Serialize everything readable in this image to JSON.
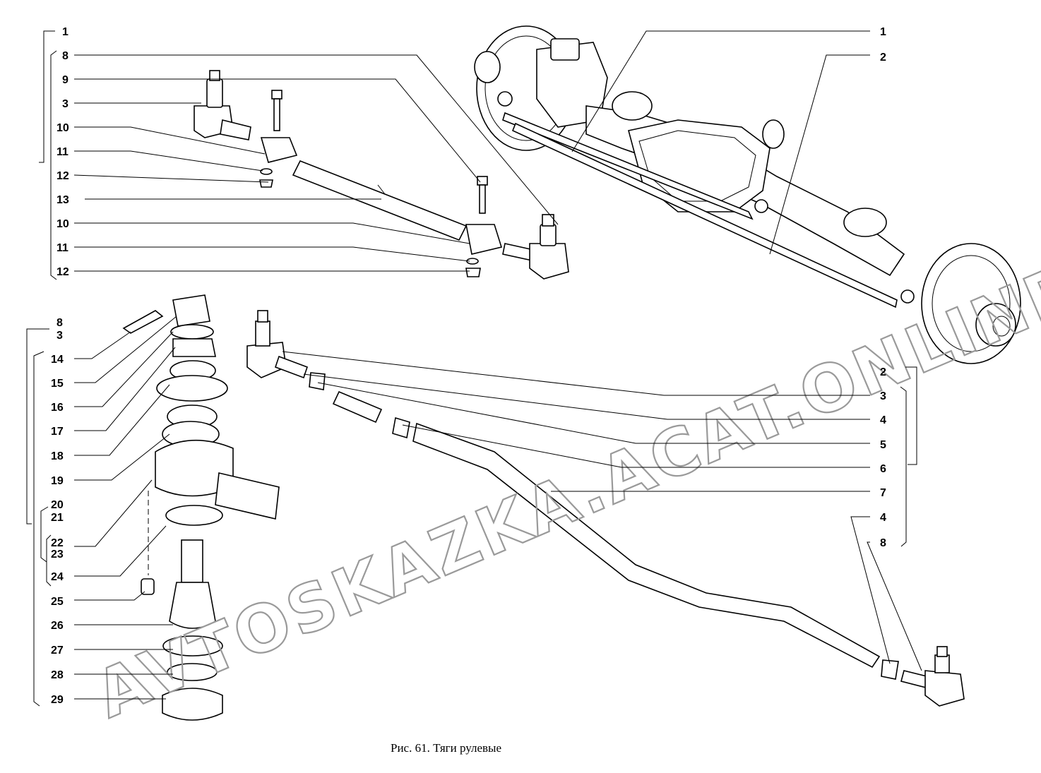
{
  "caption": "Рис. 61. Тяги рулевые",
  "watermark": "AVTOSKAZKA.ACAT.ONLINE",
  "callouts_top_left": [
    "1",
    "8",
    "9",
    "3",
    "10",
    "11",
    "12",
    "13",
    "10",
    "11",
    "12"
  ],
  "callouts_bottom_left": [
    "8",
    "3",
    "14",
    "15",
    "16",
    "17",
    "18",
    "19",
    "20",
    "21",
    "22",
    "23",
    "24",
    "25",
    "26",
    "27",
    "28",
    "29"
  ],
  "callouts_top_right": [
    "1",
    "2"
  ],
  "callouts_mid_right": [
    "2",
    "3",
    "4",
    "5",
    "6",
    "7",
    "4",
    "8"
  ]
}
